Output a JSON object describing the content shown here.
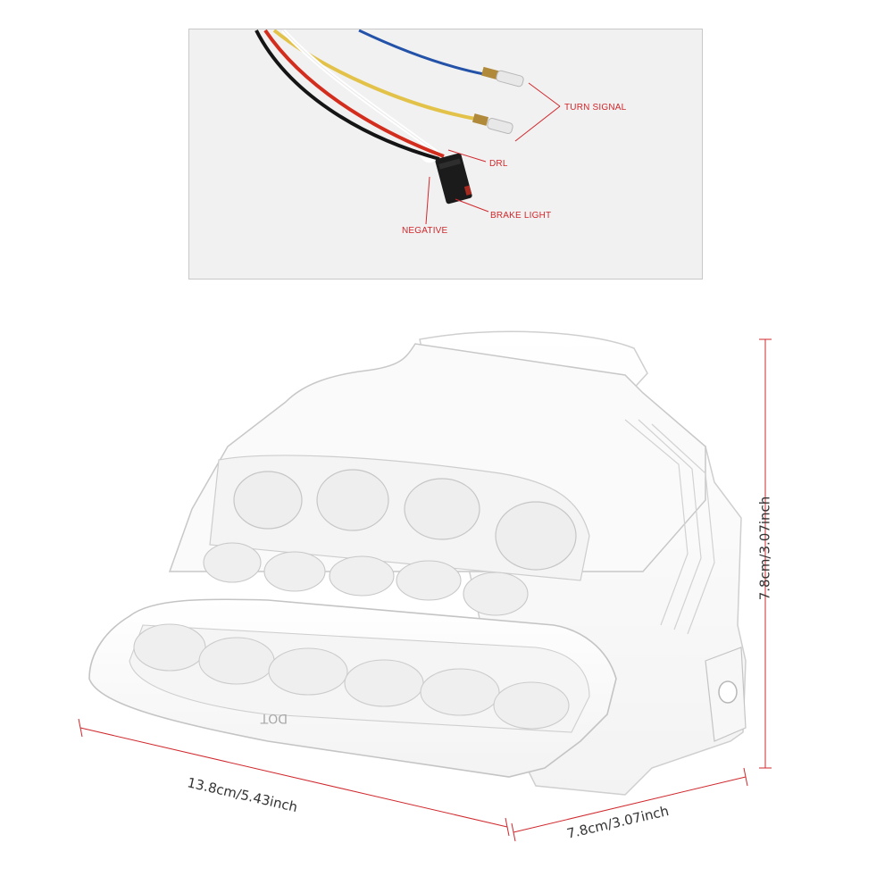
{
  "wiring": {
    "labels": {
      "turn_signal": "TURN SIGNAL",
      "drl": "DRL",
      "brake_light": "BRAKE LIGHT",
      "negative": "NEGATIVE"
    },
    "wire_colors": {
      "blue": "#2352a8",
      "yellow": "#e3c24a",
      "white": "#ffffff",
      "red": "#d32d1e",
      "black": "#151515"
    },
    "label_color": "#d0282d"
  },
  "product": {
    "embossed_text": "DOT",
    "dimensions": {
      "width": "13.8cm/5.43inch",
      "depth": "7.8cm/3.07inch",
      "height": "7.8cm/3.07inch"
    },
    "dimension_line_color": "#d0282d"
  }
}
